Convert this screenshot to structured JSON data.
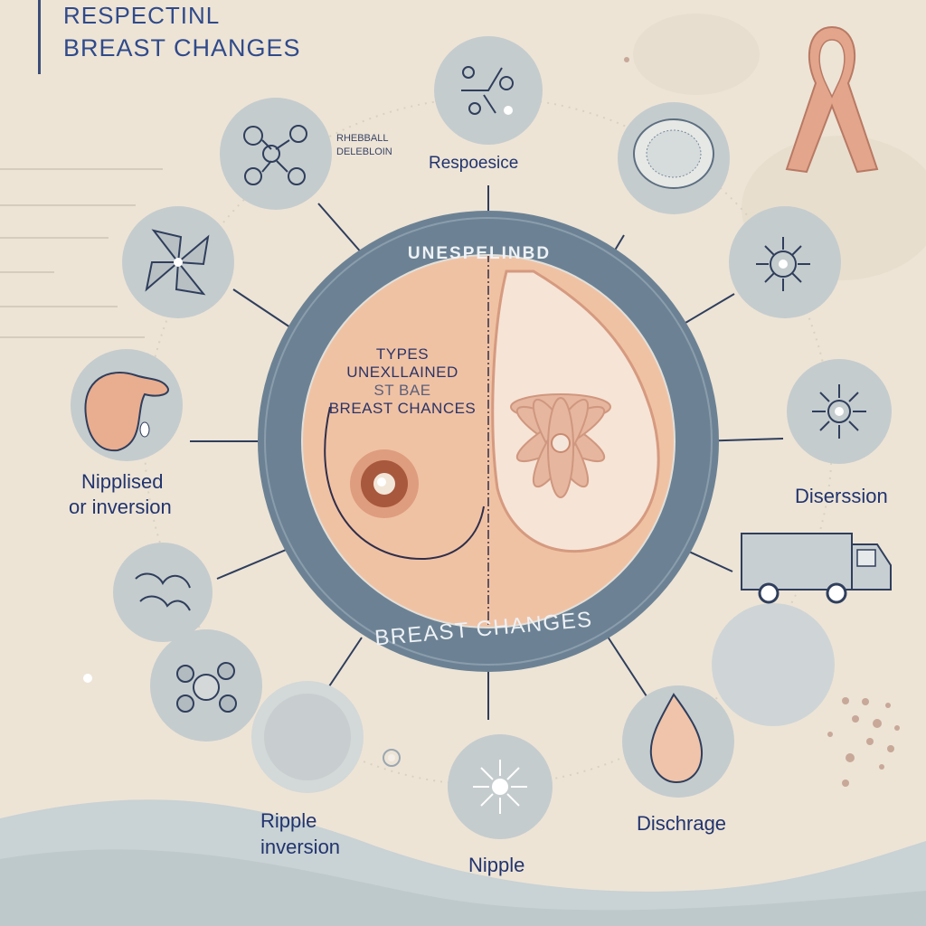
{
  "header": {
    "title_line1": "RESPECTINL",
    "title_line2": "BREAST CHANGES"
  },
  "ring": {
    "top_label": "UNESPELINBD",
    "bottom_label": "BREAST CHANGES"
  },
  "center": {
    "line1": "TYPES",
    "line2": "UNEXLLAINED",
    "line3": "ST BAE",
    "line4": "BREAST CHANCES"
  },
  "nodes": {
    "top_left_caption_line1": "RHEBBALL",
    "top_left_caption_line2": "DELEBLOIN",
    "top_label": "Respoesice",
    "right_label": "Diserssion",
    "left_label_line1": "Nipplised",
    "left_label_line2": "or inversion",
    "bottom_left_label_line1": "Ripple",
    "bottom_left_label_line2": "inversion",
    "bottom_label": "Nipple",
    "bottom_right_label": "Dischrage"
  },
  "colors": {
    "background": "#ede4d6",
    "ring": "#6c8294",
    "skin": "#f0c2a4",
    "node_circle": "#c5ccce",
    "ribbon": "#e3a58c",
    "text": "#22346e"
  },
  "icons": {
    "ribbon": "awareness-ribbon-icon",
    "truck": "truck-icon",
    "drop": "droplet-icon"
  }
}
